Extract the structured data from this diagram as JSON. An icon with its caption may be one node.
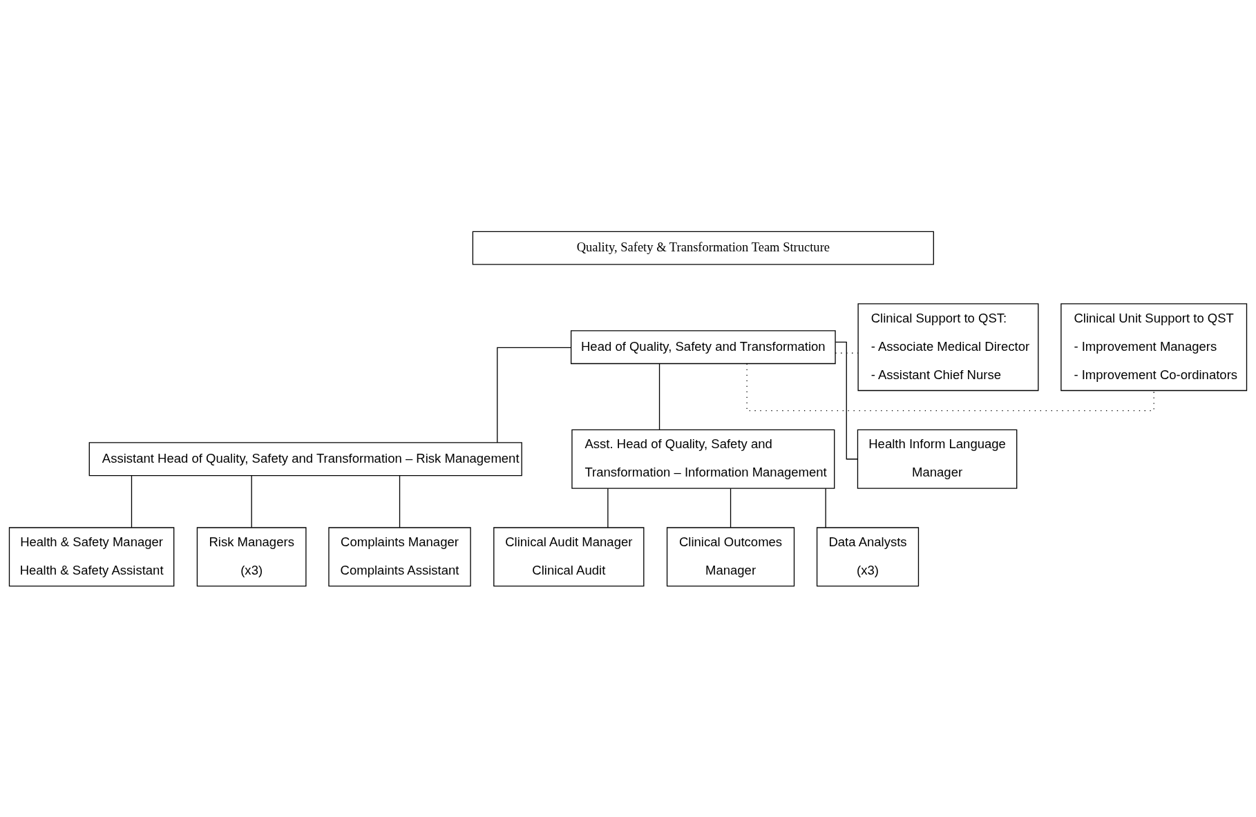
{
  "diagram": {
    "nodes": [
      {
        "text": [
          "Quality, Safety & Transformation Team Structure"
        ]
      },
      {
        "text": [
          "Head of Quality, Safety and Transformation"
        ]
      },
      {
        "text": [
          "Clinical Support to QST:",
          "- Associate Medical Director",
          "- Assistant Chief Nurse"
        ]
      },
      {
        "text": [
          "Clinical Unit Support to QST",
          "- Improvement Managers",
          "- Improvement Co-ordinators"
        ]
      },
      {
        "text": [
          "Assistant Head of Quality, Safety and Transformation – Risk Management"
        ]
      },
      {
        "text": [
          "Asst. Head of Quality, Safety and",
          "Transformation – Information Management"
        ]
      },
      {
        "text": [
          "Health & Safety Manager",
          "Health & Safety Assistant"
        ]
      },
      {
        "text": [
          "Risk Managers",
          "(x3)"
        ]
      },
      {
        "text": [
          "Complaints Manager",
          "Complaints Assistant"
        ]
      },
      {
        "text": [
          "Clinical Audit Manager",
          "Clinical Audit"
        ]
      },
      {
        "text": [
          "Clinical Outcomes",
          "Manager"
        ]
      },
      {
        "text": [
          "Data Analysts",
          "(x3)"
        ]
      },
      {
        "text": [
          "Health Inform Language",
          "Manager"
        ]
      }
    ],
    "edges": [
      {
        "from": 1,
        "to": 2,
        "arrow": "none",
        "style": "dashed"
      },
      {
        "from": 1,
        "to": 3,
        "arrow": "none",
        "style": "dashed"
      },
      {
        "from": 1,
        "to": 4,
        "arrow": "none"
      },
      {
        "from": 1,
        "to": 5,
        "arrow": "none"
      },
      {
        "from": 1,
        "to": 12,
        "arrow": "none"
      },
      {
        "from": 4,
        "to": 6,
        "arrow": "none"
      },
      {
        "from": 4,
        "to": 7,
        "arrow": "none"
      },
      {
        "from": 4,
        "to": 8,
        "arrow": "none"
      },
      {
        "from": 5,
        "to": 9,
        "arrow": "none"
      },
      {
        "from": 5,
        "to": 10,
        "arrow": "none"
      },
      {
        "from": 5,
        "to": 11,
        "arrow": "none"
      }
    ]
  }
}
